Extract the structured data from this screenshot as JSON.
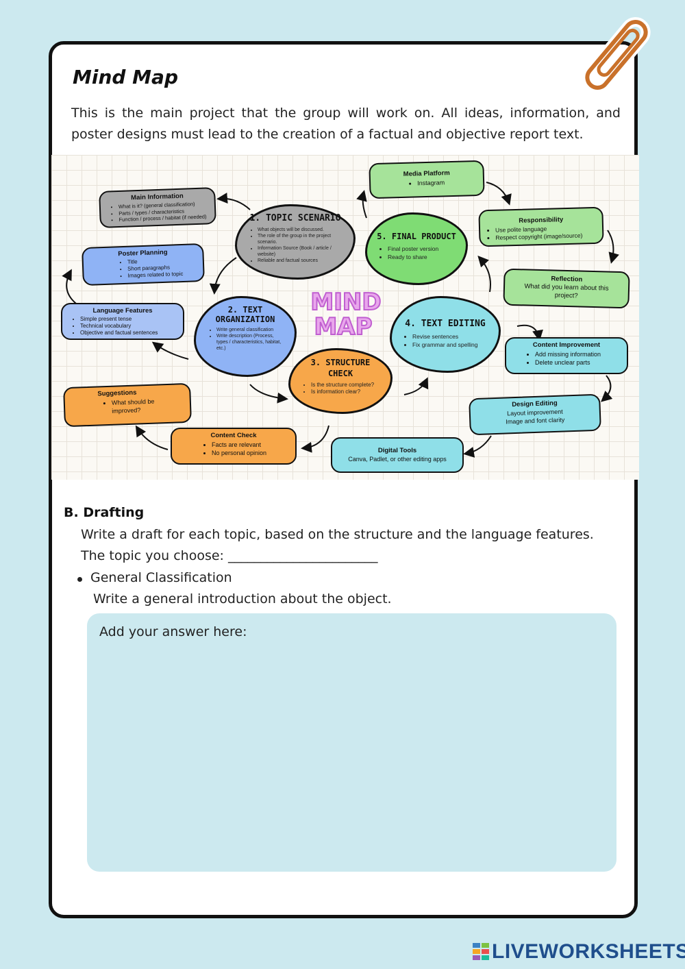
{
  "page": {
    "title": "Mind Map",
    "intro": "This is the main project that the group will work on. All ideas, information, and poster designs must lead to the creation of a factual and objective report text."
  },
  "mindmap": {
    "center_logo": [
      "MIND",
      "MAP"
    ],
    "topic_scenario": {
      "title": "1. TOPIC SCENARIO",
      "items": [
        "What objects will be discussed.",
        "The role of the group in the project scenario.",
        "Information Source (Book / article / website)",
        "Reliable and factual sources"
      ]
    },
    "text_organization": {
      "title": "2. TEXT ORGANIZATION",
      "items": [
        "Write general classification",
        "Write description (Process, types / characteristics, habitat, etc.)"
      ]
    },
    "structure_check": {
      "title": "3. STRUCTURE CHECK",
      "items": [
        "Is the structure complete?",
        "Is information clear?"
      ]
    },
    "text_editing": {
      "title": "4. TEXT EDITING",
      "items": [
        "Revise sentences",
        "Fix grammar and spelling"
      ]
    },
    "final_product": {
      "title": "5. FINAL PRODUCT",
      "items": [
        "Final poster version",
        "Ready to share"
      ]
    },
    "main_information": {
      "title": "Main Information",
      "items": [
        "What is it? (general classification)",
        "Parts / types / characteristics",
        "Function / process / habitat (if needed)"
      ]
    },
    "poster_planning": {
      "title": "Poster Planning",
      "items": [
        "Title",
        "Short paragraphs",
        "Images related to topic"
      ]
    },
    "language_features": {
      "title": "Language Features",
      "items": [
        "Simple present tense",
        "Technical vocabulary",
        "Objective and factual sentences"
      ]
    },
    "suggestions": {
      "title": "Suggestions",
      "items": [
        "What should be improved?"
      ]
    },
    "content_check": {
      "title": "Content Check",
      "items": [
        "Facts are relevant",
        "No personal opinion"
      ]
    },
    "digital_tools": {
      "title": "Digital Tools",
      "text": "Canva, Padlet, or other editing apps"
    },
    "design_editing": {
      "title": "Design Editing",
      "items": [
        "Layout improvement",
        "Image and font clarity"
      ]
    },
    "content_improvement": {
      "title": "Content Improvement",
      "items": [
        "Add missing information",
        "Delete unclear parts"
      ]
    },
    "reflection": {
      "title": "Reflection",
      "text": "What did you learn about this project?"
    },
    "responsibility": {
      "title": "Responsibility",
      "items": [
        "Use polite language",
        "Respect copyright (image/source)"
      ]
    },
    "media_platform": {
      "title": "Media Platform",
      "items": [
        "Instagram"
      ]
    },
    "colors": {
      "gray": "#a9a9a9",
      "blue": "#8fb3f5",
      "orange": "#f7a74a",
      "cyan": "#8fdfe8",
      "green": "#a6e39a",
      "pink": "#e9a7ec"
    }
  },
  "drafting": {
    "heading": "B. Drafting",
    "instruction": "Write a draft for each topic, based on the structure and the language features.",
    "topic_prompt": "The topic you choose: _______________________",
    "bullet": "General Classification",
    "bullet_instruction": "Write a general introduction about the object.",
    "answer_placeholder": "Add your answer here:"
  },
  "footer": {
    "brand": "LIVEWORKSHEETS"
  }
}
